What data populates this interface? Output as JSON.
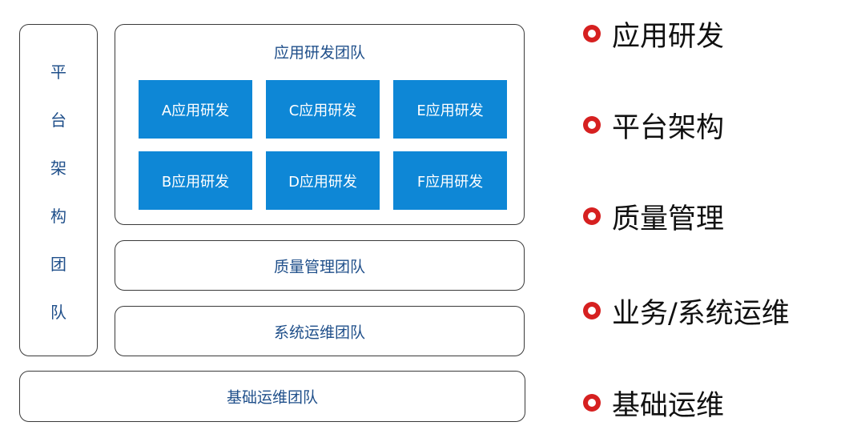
{
  "platform_team": {
    "label_chars": [
      "平",
      "台",
      "架",
      "构",
      "团",
      "队"
    ]
  },
  "app_team": {
    "title": "应用研发团队",
    "tiles": [
      "A应用研发",
      "C应用研发",
      "E应用研发",
      "B应用研发",
      "D应用研发",
      "F应用研发"
    ]
  },
  "qa_team": {
    "title": "质量管理团队"
  },
  "ops_team": {
    "title": "系统运维团队"
  },
  "infra_team": {
    "title": "基础运维团队"
  },
  "legend": {
    "bullet_icon": "red-ring-bullet",
    "bullet_color": "#d62020",
    "tile_color": "#0e87d6",
    "items": [
      "应用研发",
      "平台架构",
      "质量管理",
      "业务/系统运维",
      "基础运维"
    ]
  }
}
